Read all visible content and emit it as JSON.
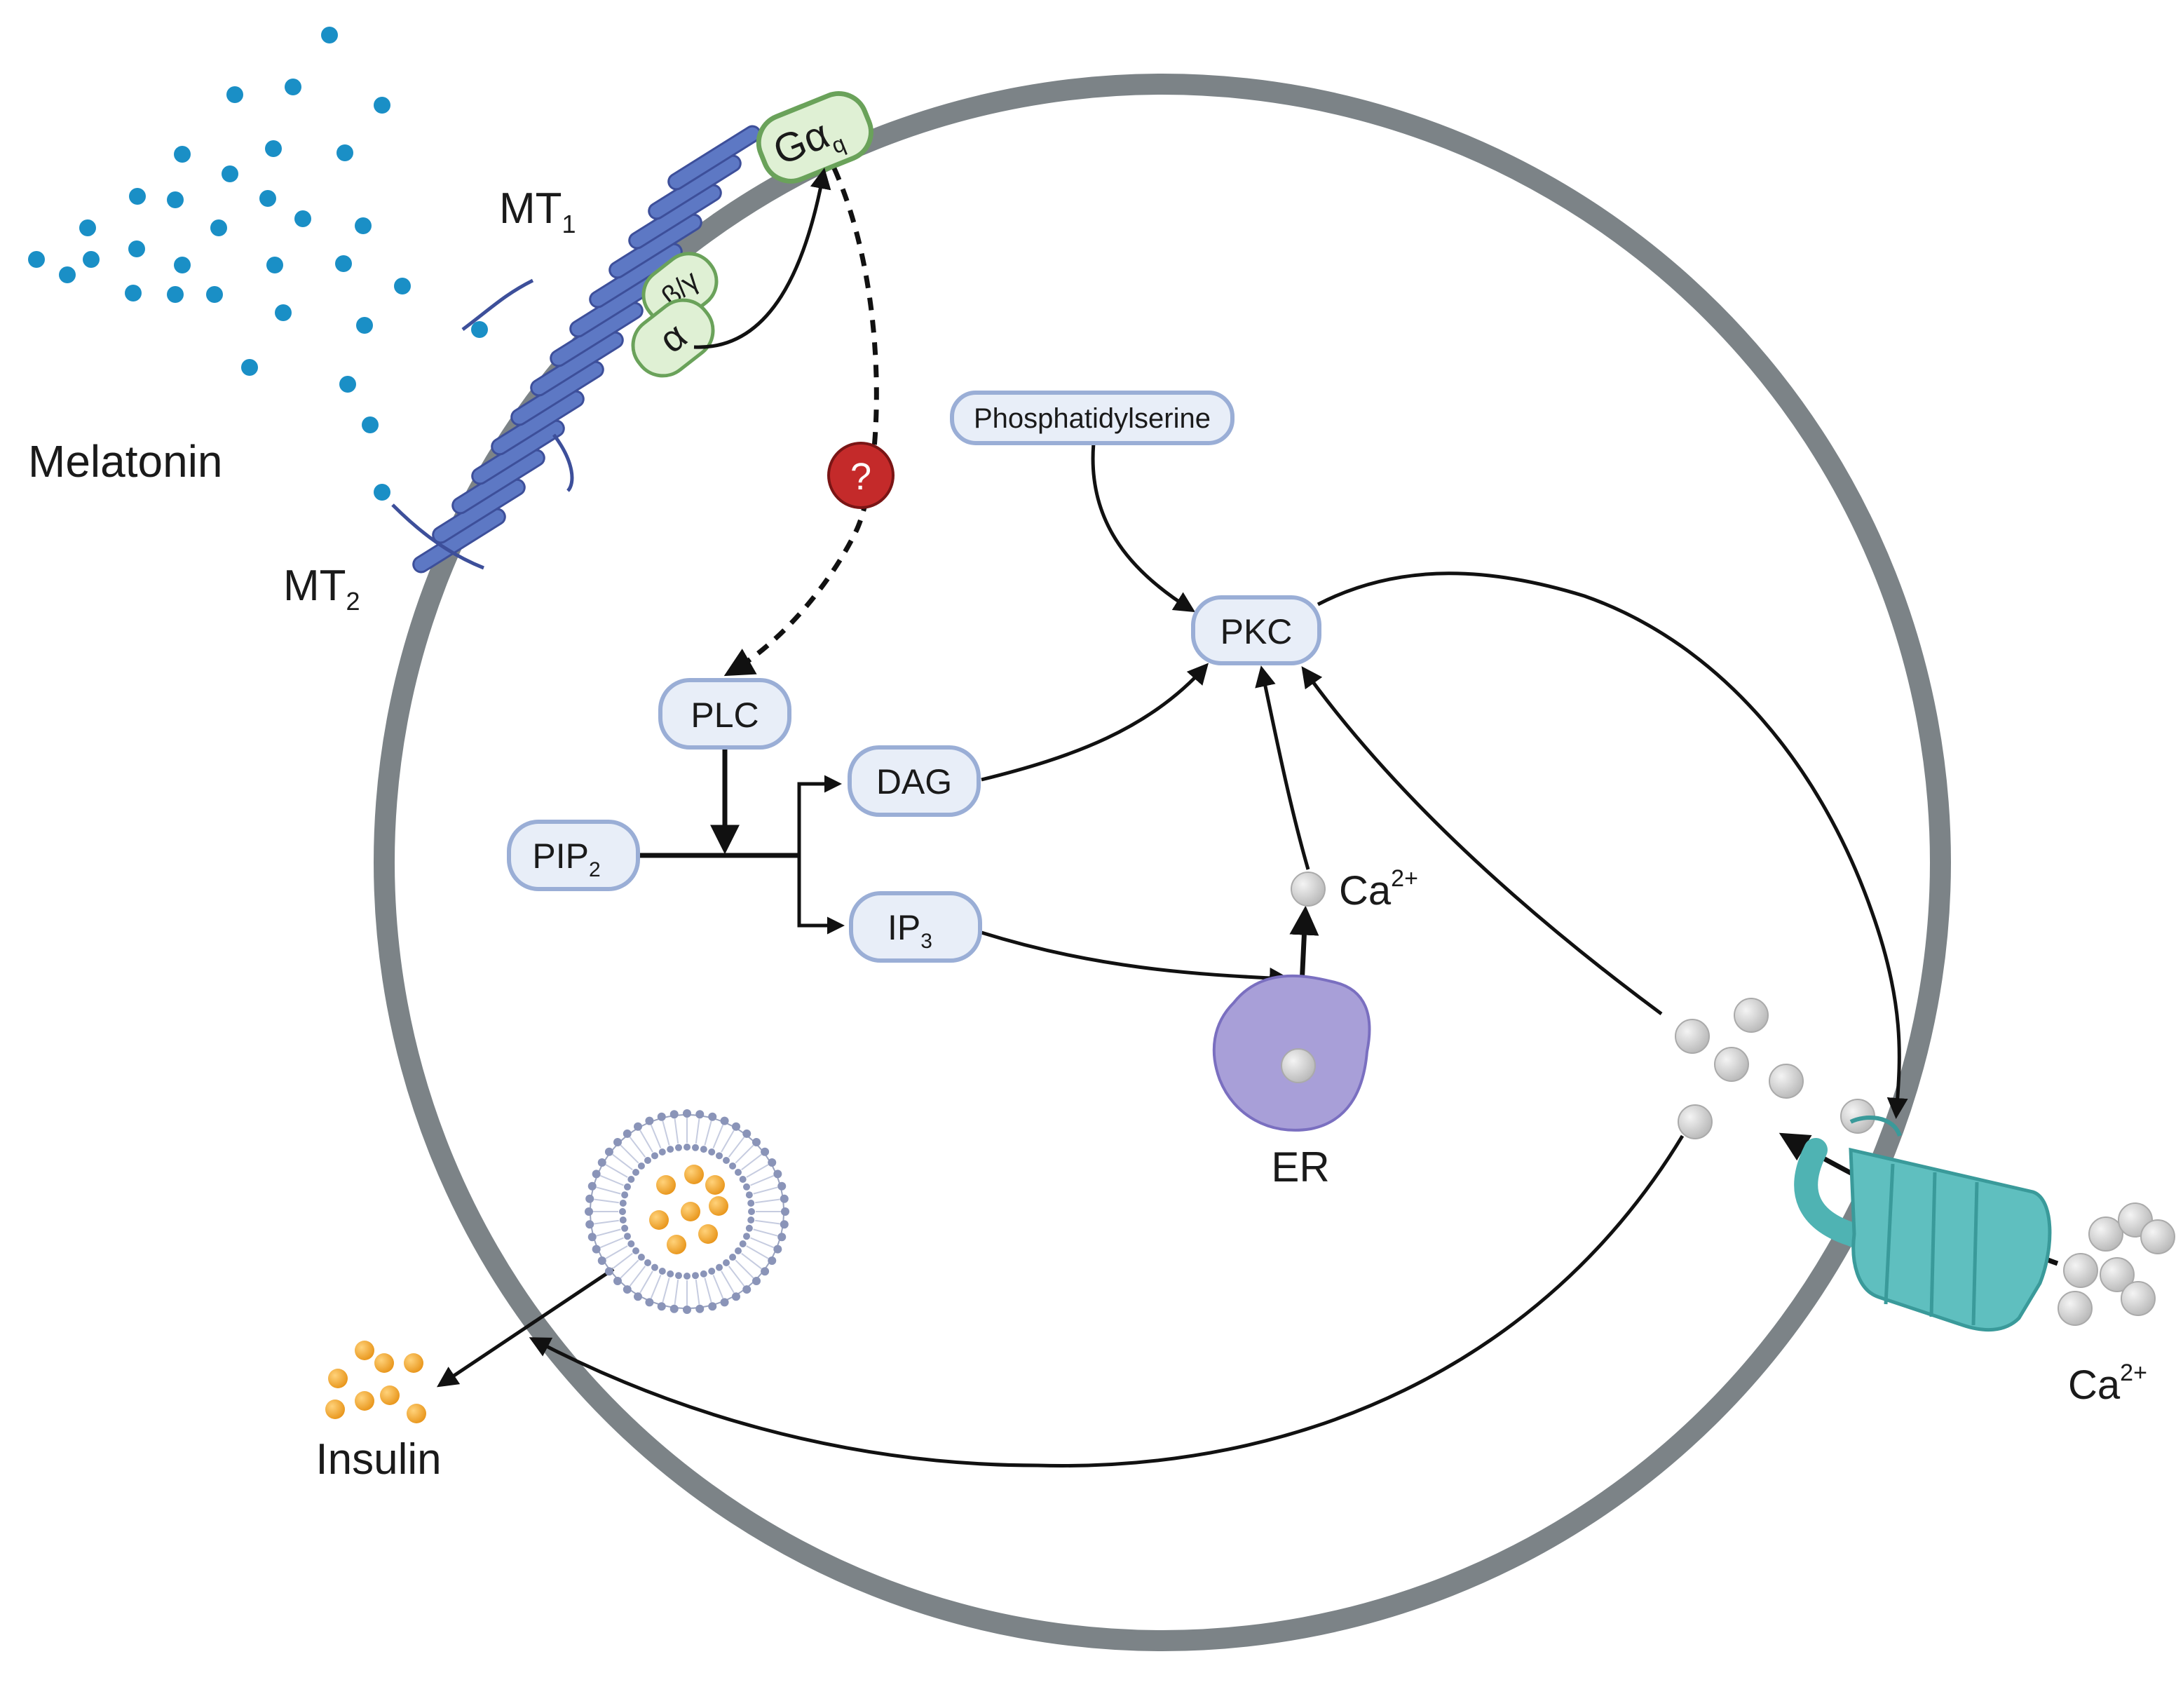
{
  "labels": {
    "melatonin": "Melatonin",
    "mt1_main": "MT",
    "mt1_sub": "1",
    "mt2_main": "MT",
    "mt2_sub": "2",
    "insulin": "Insulin",
    "er": "ER",
    "ca_inner_main": "Ca",
    "ca_inner_sup": "2+",
    "ca_outer_main": "Ca",
    "ca_outer_sup": "2+",
    "question": "?",
    "g_alpha": "α",
    "g_beta_gamma": "β/γ"
  },
  "nodes": {
    "gaq_main": "Gα",
    "gaq_sub": "q",
    "phosphatidylserine": "Phosphatidylserine",
    "pkc": "PKC",
    "plc": "PLC",
    "dag": "DAG",
    "pip2_main": "PIP",
    "pip2_sub": "2",
    "ip3_main": "IP",
    "ip3_sub": "3"
  },
  "colors": {
    "membrane": "#7c8387",
    "melatonin": "#1a8fc6",
    "receptor": "#5d78c4",
    "node_fill": "#e8eef8",
    "node_stroke": "#9aaed6",
    "g_protein_fill": "#dff0d4",
    "g_protein_stroke": "#6aa25a",
    "question": "#c42a2a",
    "er": "#a89fd8",
    "calcium": "#cfcfcf",
    "insulin": "#f5a623",
    "channel": "#5fbfbf"
  }
}
